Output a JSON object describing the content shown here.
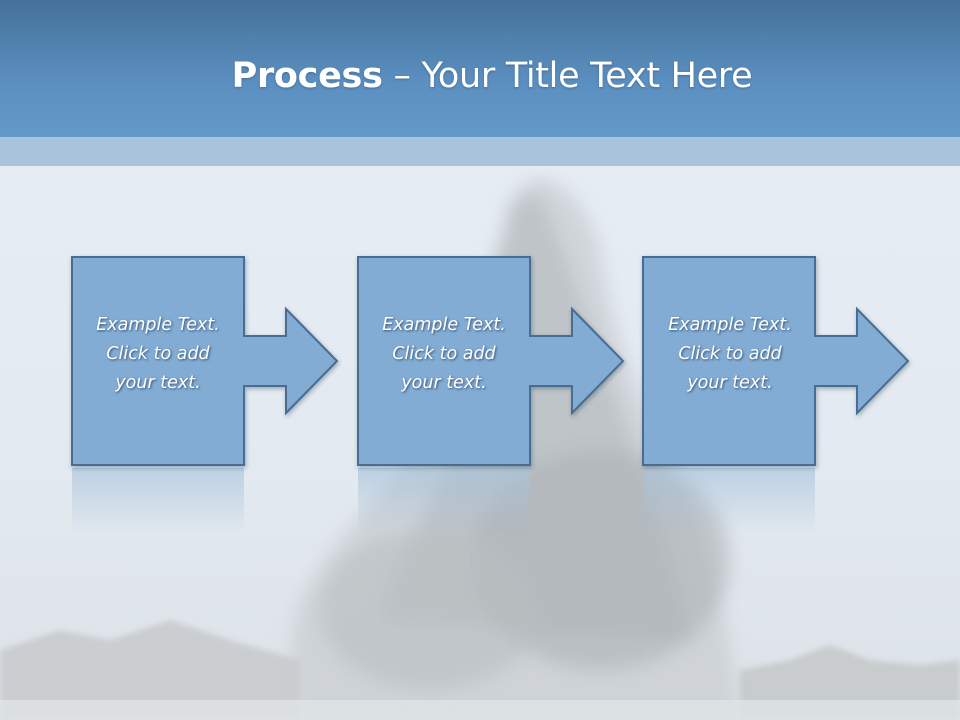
{
  "slide": {
    "title_bold": "Process",
    "title_rest": " – Your Title Text Here"
  },
  "steps": [
    {
      "lines": [
        "Example Text.",
        "Click  to add",
        "your text."
      ]
    },
    {
      "lines": [
        "Example Text.",
        "Click  to add",
        "your text."
      ]
    },
    {
      "lines": [
        "Example Text.",
        "Click  to add",
        "your text."
      ]
    }
  ],
  "colors": {
    "header": "#5b8fc0",
    "header_band": "#aac3dc",
    "shape_fill": "#82acd4",
    "shape_stroke": "#4a6c91"
  }
}
